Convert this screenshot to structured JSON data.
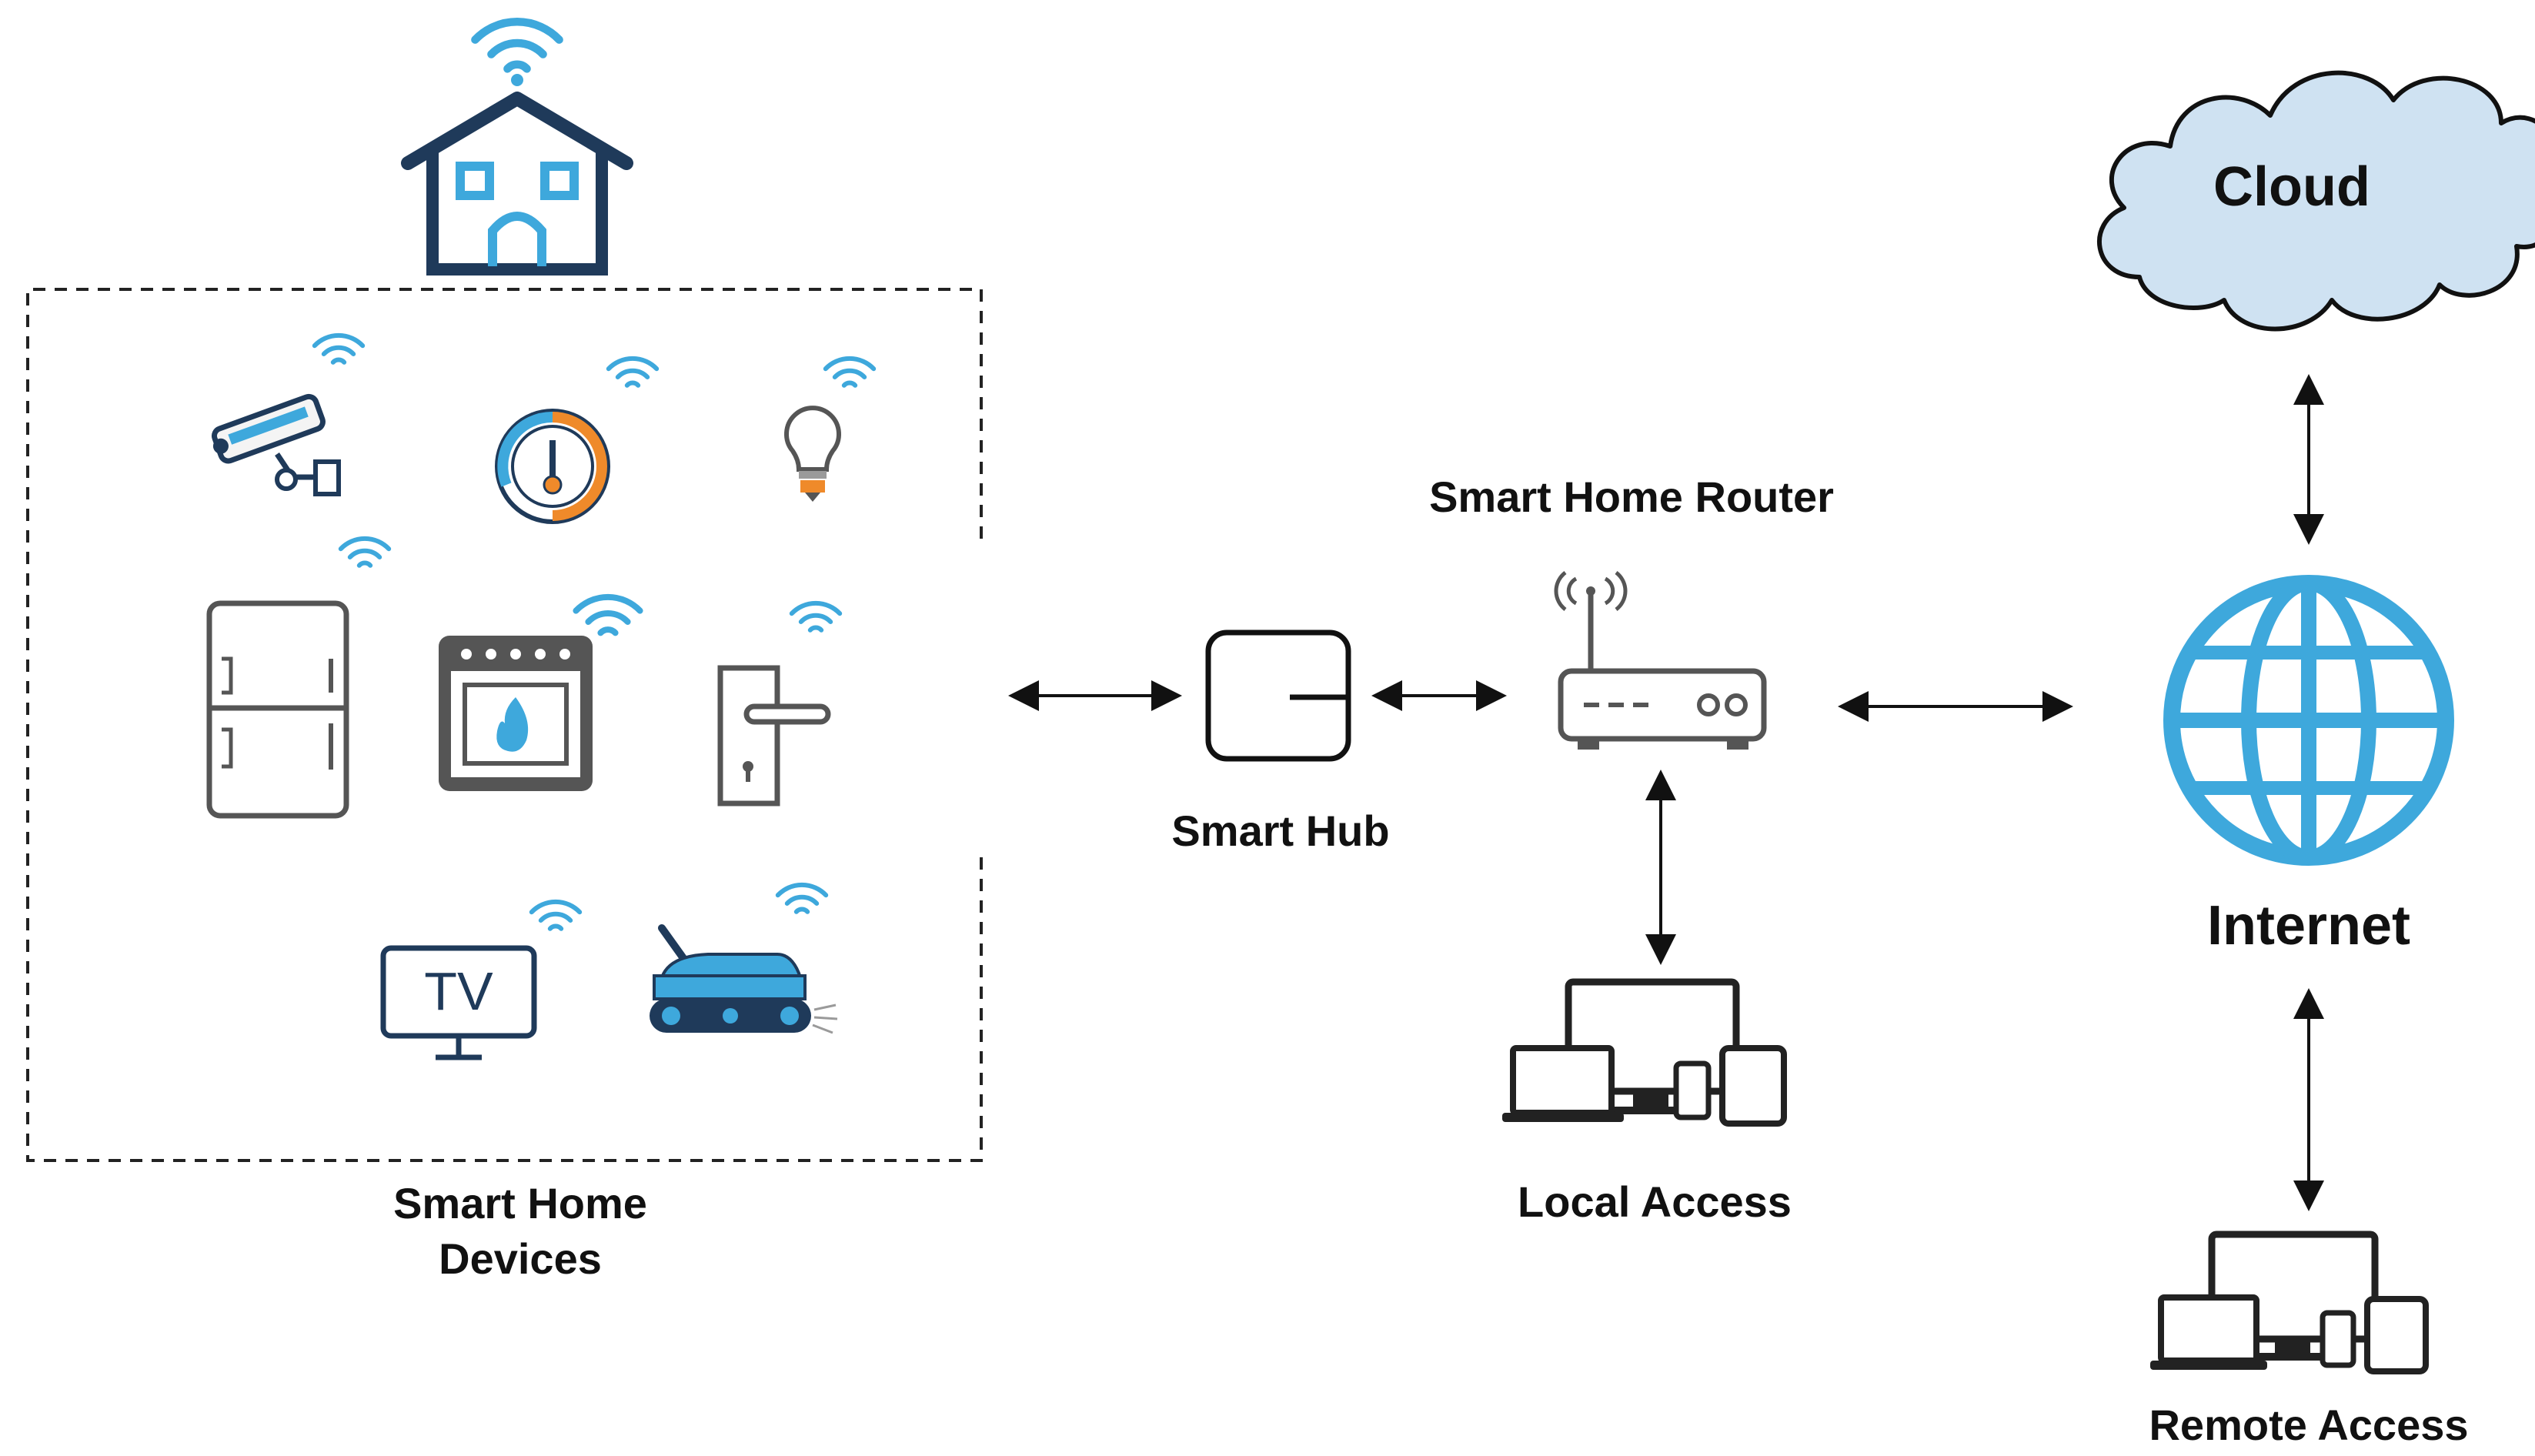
{
  "labels": {
    "cloud": "Cloud",
    "internet": "Internet",
    "router": "Smart Home Router",
    "hub": "Smart Hub",
    "local_access": "Local Access",
    "remote_access": "Remote Access",
    "devices_line1": "Smart Home",
    "devices_line2": "Devices",
    "tv": "TV"
  },
  "colors": {
    "accent_blue": "#3ea8dc",
    "navy": "#1f3a5a",
    "cloud_fill": "#cfe2f2",
    "orange": "#ef8a2a",
    "gray_dark": "#555555",
    "line": "#111111"
  },
  "icons": [
    "house-wifi-icon",
    "security-camera-icon",
    "thermostat-icon",
    "light-bulb-icon",
    "refrigerator-icon",
    "oven-icon",
    "door-lock-icon",
    "tv-icon",
    "pool-robot-icon",
    "smart-hub-icon",
    "router-icon",
    "devices-icon",
    "globe-icon",
    "cloud-icon"
  ]
}
